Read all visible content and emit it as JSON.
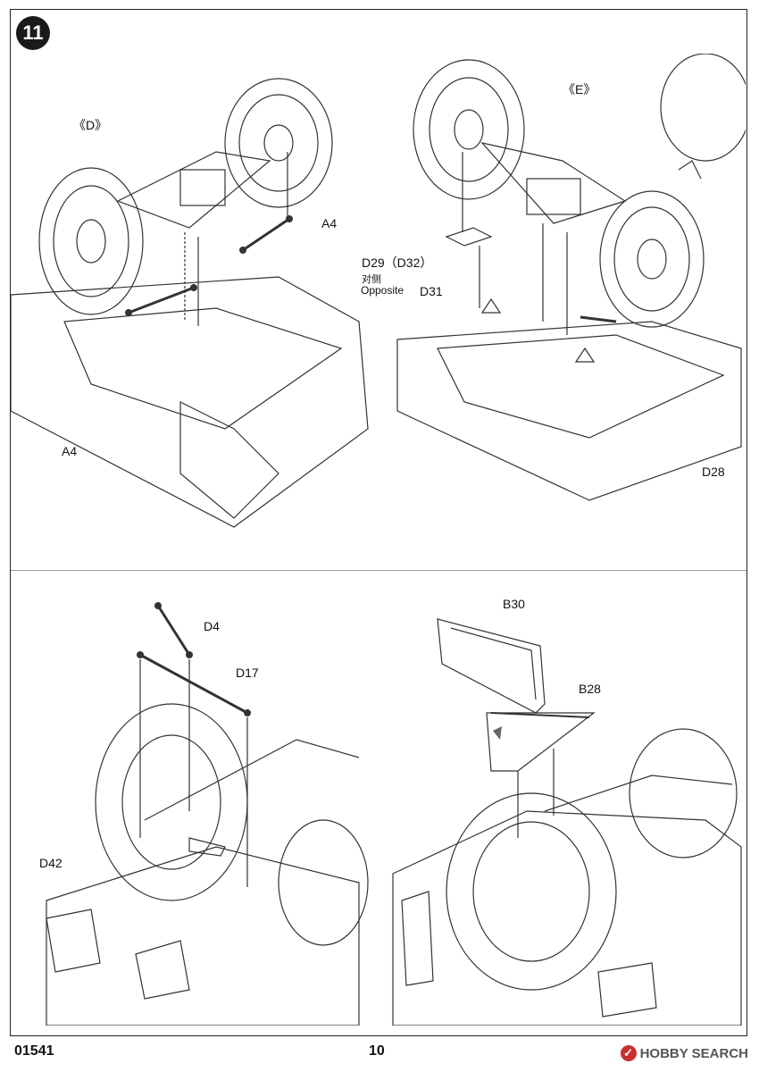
{
  "step": {
    "number": "11"
  },
  "panels": {
    "top_left": {
      "label_D": "《D》",
      "label_A4_top": "A4",
      "label_A4_bottom": "A4"
    },
    "top_right": {
      "label_E": "《E》",
      "label_D29": "D29（D32）",
      "label_opposite_cn": "对侧",
      "label_opposite": "Opposite",
      "label_D31": "D31",
      "label_D28": "D28"
    },
    "bottom_left": {
      "label_D4": "D4",
      "label_D17": "D17",
      "label_D42": "D42"
    },
    "bottom_right": {
      "label_B30": "B30",
      "label_B28": "B28"
    }
  },
  "footer": {
    "product_code": "01541",
    "page_number": "10",
    "watermark": "HOBBY SEARCH"
  }
}
